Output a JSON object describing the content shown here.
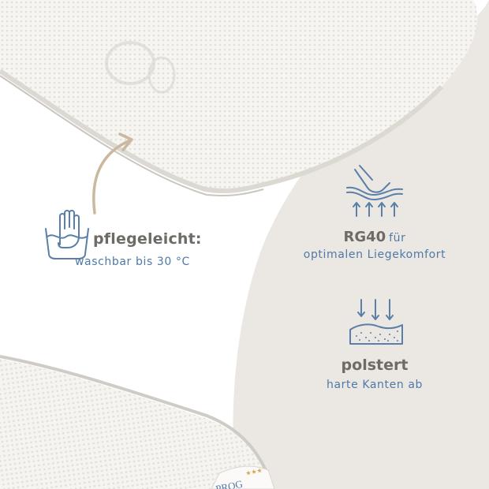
{
  "care": {
    "title": "pflegeleicht:",
    "subtitle": "waschbar bis 30 °C"
  },
  "firmness": {
    "title": "RG40",
    "title_suffix": "für",
    "subtitle": "optimalen Liegekomfort"
  },
  "padding": {
    "title": "polstert",
    "subtitle": "harte Kanten ab"
  },
  "label_fragment": "PROG",
  "colors": {
    "background_right": "#ebe8e3",
    "mattress": "#f7f6f2",
    "icon_stroke": "#5a7fa8",
    "arrow": "#cbb8a0",
    "title_text": "#6e6a66",
    "sub_text": "#4f79a8"
  },
  "icons": [
    "hand-wash-icon",
    "hand-press-foam-icon",
    "compressed-foam-icon",
    "curved-arrow-icon"
  ]
}
